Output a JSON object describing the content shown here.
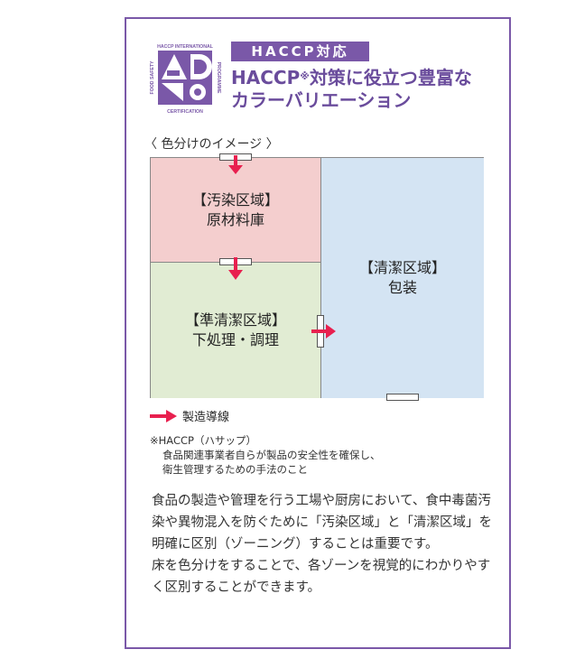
{
  "logo": {
    "icon": "haccp-certification-logo",
    "ring_text_top": "HACCP INTERNATIONAL",
    "ring_text_left": "FOOD SAFETY",
    "ring_text_right": "PROGRAMME",
    "ring_text_bottom": "CERTIFICATION"
  },
  "badge": "HACCP対応",
  "title": {
    "line1_main": "HACCP",
    "line1_sup": "※",
    "line1_rest": "対策に役立つ豊富な",
    "line2": "カラーバリエーション"
  },
  "diagram": {
    "caption": "〈 色分けのイメージ 〉",
    "zones": [
      {
        "name": "【汚染区域】",
        "sub": "原材料庫",
        "color": "#f4cece"
      },
      {
        "name": "【準清潔区域】",
        "sub": "下処理・調理",
        "color": "#e1ecd3"
      },
      {
        "name": "【清潔区域】",
        "sub": "包装",
        "color": "#d4e4f3"
      }
    ],
    "legend": "製造導線",
    "arrow_color": "#e8204f"
  },
  "note": {
    "term": "※HACCP（ハサップ）",
    "line1": "食品関連事業者自らが製品の安全性を確保し、",
    "line2": "衛生管理するための手法のこと"
  },
  "body": {
    "p1": "食品の製造や管理を行う工場や厨房において、食中毒菌汚染や異物混入を防ぐために「汚染区域」と「清潔区域」を明確に区別（ゾーニング）することは重要です。",
    "p2": "床を色分けをすることで、各ゾーンを視覚的にわかりやすく区別することができます。"
  }
}
